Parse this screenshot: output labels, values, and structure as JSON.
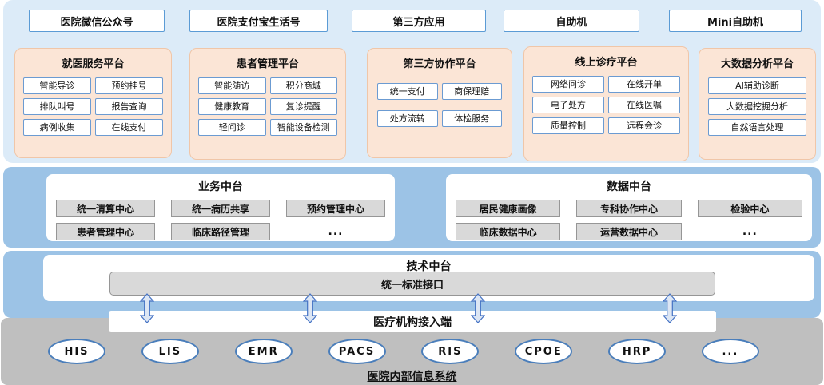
{
  "channels": [
    "医院微信公众号",
    "医院支付宝生活号",
    "第三方应用",
    "自助机",
    "Mini自助机"
  ],
  "platforms": [
    {
      "title": "就医服务平台",
      "items": [
        "智能导诊",
        "预约挂号",
        "排队叫号",
        "报告查询",
        "病例收集",
        "在线支付"
      ]
    },
    {
      "title": "患者管理平台",
      "items": [
        "智能随访",
        "积分商城",
        "健康教育",
        "复诊提醒",
        "轻问诊",
        "智能设备检测"
      ]
    },
    {
      "title": "第三方协作平台",
      "items": [
        "统一支付",
        "商保理赔",
        "处方流转",
        "体检服务"
      ]
    },
    {
      "title": "线上诊疗平台",
      "items": [
        "网络问诊",
        "在线开单",
        "电子处方",
        "在线医嘱",
        "质量控制",
        "远程会诊"
      ]
    },
    {
      "title": "大数据分析平台",
      "items": [
        "AI辅助诊断",
        "大数据挖掘分析",
        "自然语言处理"
      ]
    }
  ],
  "business_center": {
    "title": "业务中台",
    "items": [
      "统一清算中心",
      "统一病历共享",
      "预约管理中心",
      "患者管理中心",
      "临床路径管理",
      "..."
    ]
  },
  "data_center": {
    "title": "数据中台",
    "items": [
      "居民健康画像",
      "专科协作中心",
      "检验中心",
      "临床数据中心",
      "运营数据中心",
      "..."
    ]
  },
  "tech_center": {
    "title": "技术中台",
    "interface_label": "统一标准接口"
  },
  "access_layer": {
    "label": "医疗机构接入端"
  },
  "internal_systems": {
    "items": [
      "HIS",
      "LIS",
      "EMR",
      "PACS",
      "RIS",
      "CPOE",
      "HRP",
      "..."
    ],
    "label": "医院内部信息系统"
  },
  "colors": {
    "panel_light_blue": "#dcebf8",
    "panel_blue": "#9cc3e6",
    "panel_gray": "#bfbfbf",
    "platform_peach": "#fbe5d6",
    "box_gray": "#d9d9d9",
    "accent_blue": "#5b9bd5",
    "arrow_blue": "#4472c4"
  }
}
